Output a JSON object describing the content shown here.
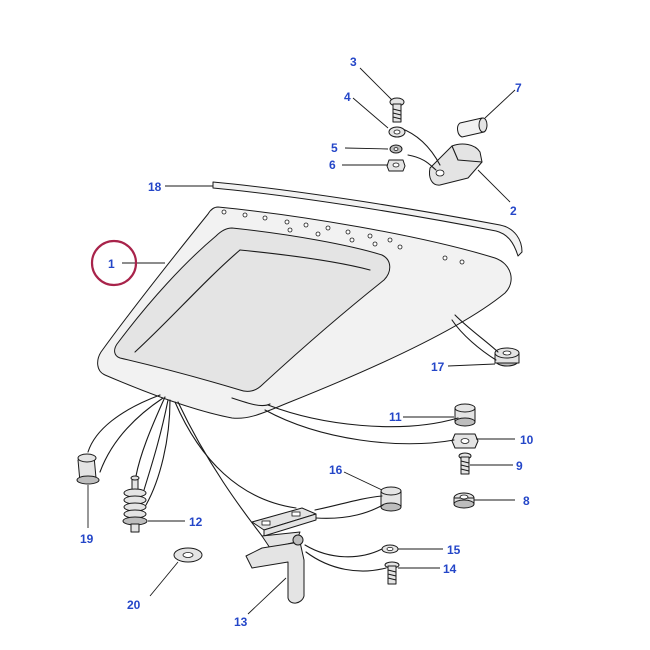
{
  "diagram": {
    "accent_color": "#2446c8",
    "highlight_color": "#a8234a",
    "highlighted_callout": "1",
    "callouts": [
      {
        "id": "c1",
        "label": "1"
      },
      {
        "id": "c2",
        "label": "2"
      },
      {
        "id": "c3",
        "label": "3"
      },
      {
        "id": "c4",
        "label": "4"
      },
      {
        "id": "c5",
        "label": "5"
      },
      {
        "id": "c6",
        "label": "6"
      },
      {
        "id": "c7",
        "label": "7"
      },
      {
        "id": "c8",
        "label": "8"
      },
      {
        "id": "c9",
        "label": "9"
      },
      {
        "id": "c10",
        "label": "10"
      },
      {
        "id": "c11",
        "label": "11"
      },
      {
        "id": "c12",
        "label": "12"
      },
      {
        "id": "c13",
        "label": "13"
      },
      {
        "id": "c14",
        "label": "14"
      },
      {
        "id": "c15",
        "label": "15"
      },
      {
        "id": "c16",
        "label": "16"
      },
      {
        "id": "c17",
        "label": "17"
      },
      {
        "id": "c18",
        "label": "18"
      },
      {
        "id": "c19",
        "label": "19"
      },
      {
        "id": "c20",
        "label": "20"
      }
    ]
  }
}
